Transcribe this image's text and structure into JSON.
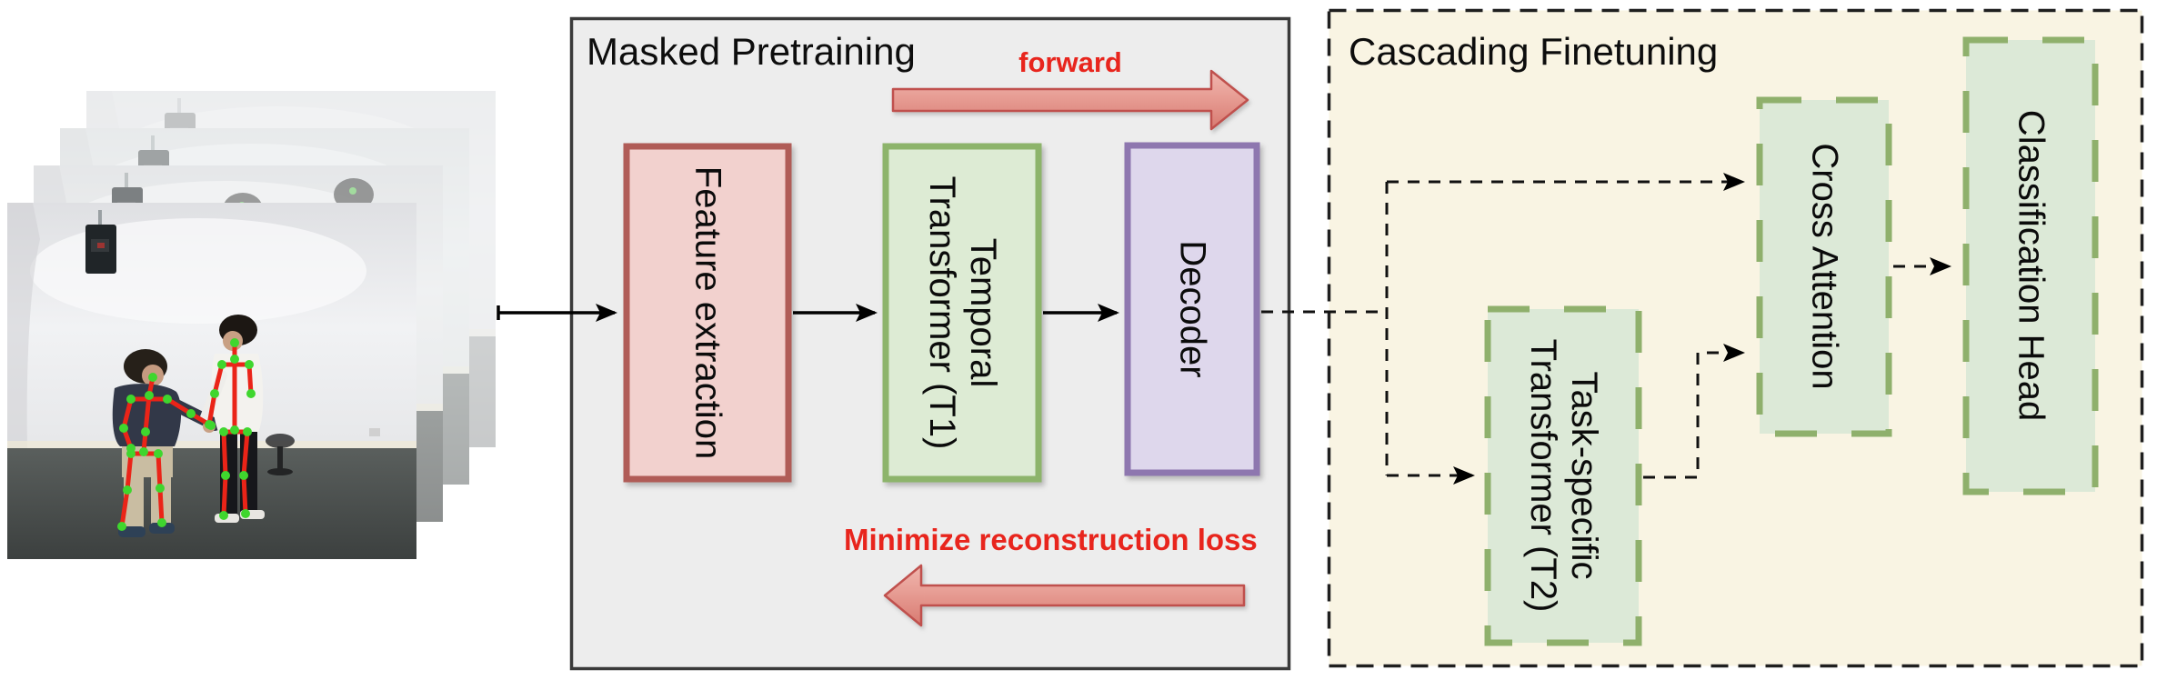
{
  "pretraining": {
    "title": "Masked Pretraining",
    "forward_label": "forward",
    "loss_label": "Minimize reconstruction loss",
    "blocks": {
      "feature_extraction": {
        "label": "Feature extraction"
      },
      "temporal_transformer": {
        "line1": "Temporal",
        "line2": "Transformer (T1)"
      },
      "decoder": {
        "label": "Decoder"
      }
    }
  },
  "finetuning": {
    "title": "Cascading Finetuning",
    "blocks": {
      "task_specific_transformer": {
        "line1": "Task-specific",
        "line2": "Transformer (T2)"
      },
      "cross_attention": {
        "label": "Cross Attention"
      },
      "classification_head": {
        "label": "Classification Head"
      }
    }
  },
  "input": {
    "frame_count": 4,
    "description": "Stacked video frames showing two people shaking hands with red pose-skeleton overlays and green joints"
  },
  "colors": {
    "accent_red": "#e8251d",
    "block_arrow_fill_top": "#f0b6ae",
    "block_arrow_fill_bottom": "#d87a71",
    "block_arrow_stroke": "#c0504d",
    "pretraining_bg": "#ededed",
    "pretraining_border": "#3a3a3a",
    "finetuning_bg": "#f9f4e3",
    "finetuning_border": "#1f1f1f",
    "feature_extraction_fill": "#f2d1ce",
    "feature_extraction_stroke": "#b05c57",
    "temporal_fill": "#ddebd4",
    "temporal_stroke": "#8db46b",
    "decoder_fill": "#ded7ec",
    "decoder_stroke": "#8e77af",
    "finetune_block_fill": "#dce9d7",
    "finetune_block_stroke": "#8fb06c",
    "connector": "#111111",
    "skeleton_bone": "#ea2418",
    "skeleton_joint": "#3fd62e"
  }
}
